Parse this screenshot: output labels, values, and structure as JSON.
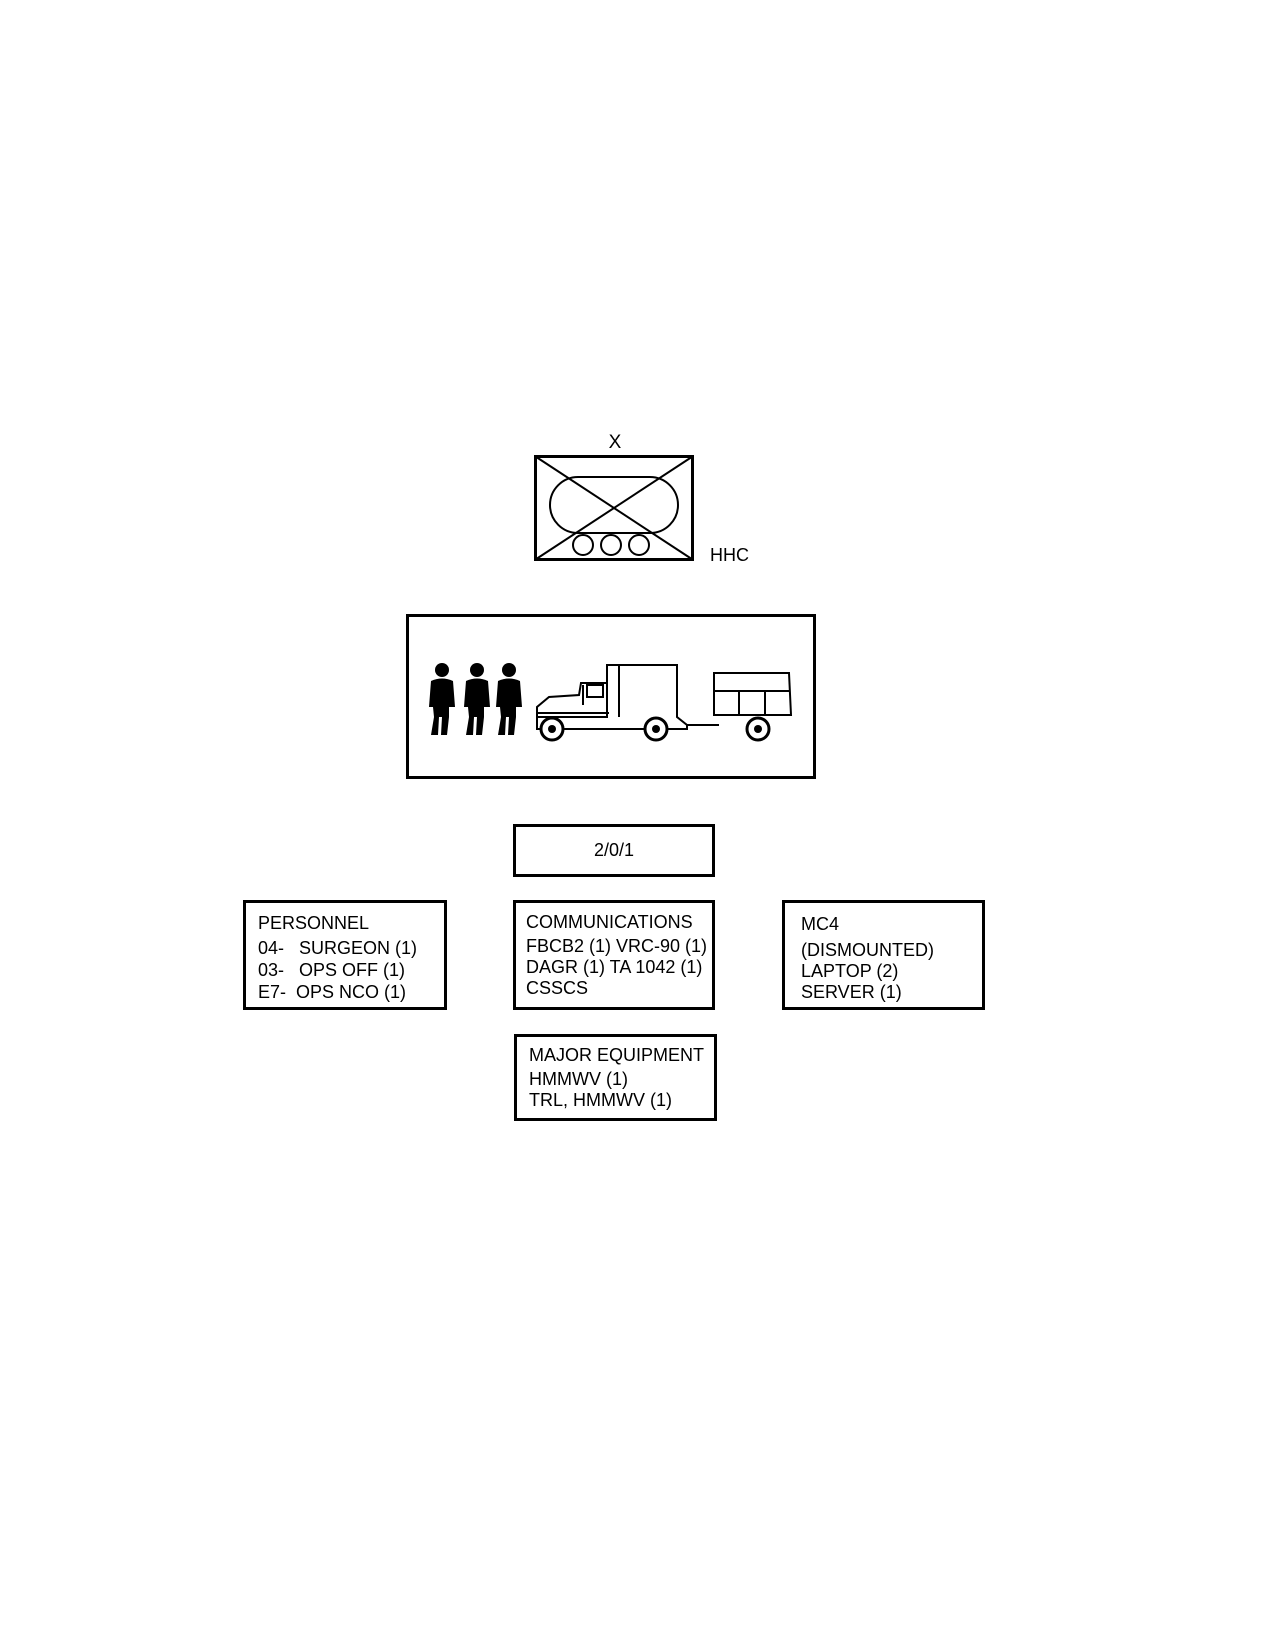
{
  "header": {
    "echelon": "X",
    "unit_label": "HHC"
  },
  "strength": "2/0/1",
  "personnel": {
    "title": "PERSONNEL",
    "lines": [
      "04-   SURGEON (1)",
      "03-   OPS OFF (1)",
      "E7-  OPS NCO (1)"
    ]
  },
  "communications": {
    "title": "COMMUNICATIONS",
    "lines": [
      "FBCB2 (1) VRC-90 (1)",
      "DAGR (1) TA 1042 (1)",
      "CSSCS"
    ]
  },
  "mc4": {
    "title": "MC4",
    "lines": [
      "(DISMOUNTED)",
      "LAPTOP (2)",
      "SERVER (1)"
    ]
  },
  "major_equipment": {
    "title": "MAJOR EQUIPMENT",
    "lines": [
      "HMMWV (1)",
      "TRL, HMMWV (1)"
    ]
  }
}
